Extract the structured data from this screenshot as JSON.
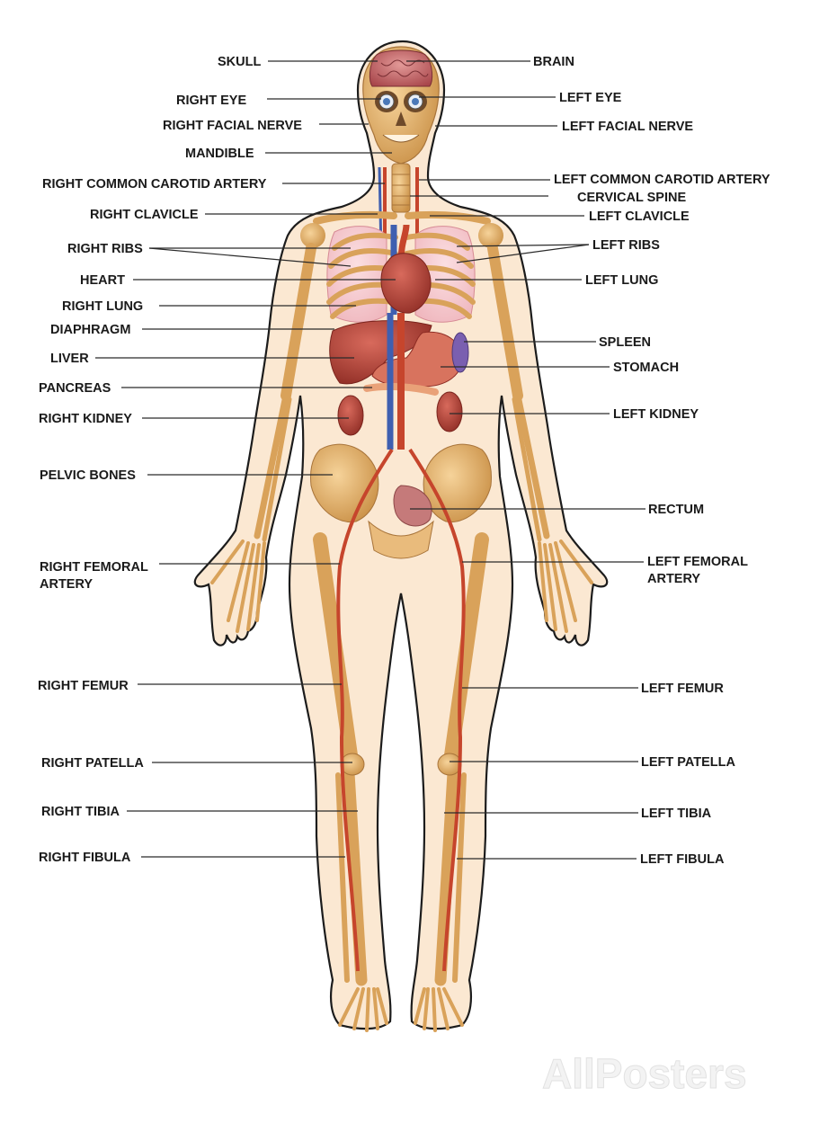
{
  "labels": {
    "skull": "SKULL",
    "brain": "BRAIN",
    "right_eye": "RIGHT EYE",
    "left_eye": "LEFT EYE",
    "right_facial_nerve": "RIGHT FACIAL NERVE",
    "left_facial_nerve": "LEFT FACIAL NERVE",
    "mandible": "MANDIBLE",
    "right_common_carotid_artery": "RIGHT COMMON CAROTID ARTERY",
    "left_common_carotid_artery": "LEFT COMMON CAROTID ARTERY",
    "cervical_spine": "CERVICAL SPINE",
    "right_clavicle": "RIGHT CLAVICLE",
    "left_clavicle": "LEFT CLAVICLE",
    "right_ribs": "RIGHT RIBS",
    "left_ribs": "LEFT RIBS",
    "heart": "HEART",
    "left_lung": "LEFT LUNG",
    "right_lung": "RIGHT LUNG",
    "diaphragm": "DIAPHRAGM",
    "spleen": "SPLEEN",
    "liver": "LIVER",
    "stomach": "STOMACH",
    "pancreas": "PANCREAS",
    "right_kidney": "RIGHT KIDNEY",
    "left_kidney": "LEFT KIDNEY",
    "pelvic_bones": "PELVIC BONES",
    "rectum": "RECTUM",
    "right_femoral_artery_1": "RIGHT FEMORAL",
    "right_femoral_artery_2": "ARTERY",
    "left_femoral_artery_1": "LEFT FEMORAL",
    "left_femoral_artery_2": "ARTERY",
    "right_femur": "RIGHT FEMUR",
    "left_femur": "LEFT FEMUR",
    "right_patella": "RIGHT PATELLA",
    "left_patella": "LEFT PATELLA",
    "right_tibia": "RIGHT TIBIA",
    "left_tibia": "LEFT TIBIA",
    "right_fibula": "RIGHT FIBULA",
    "left_fibula": "LEFT FIBULA"
  },
  "watermark": "AllPosters",
  "colors": {
    "skin": "#fbe8d2",
    "skin_outline": "#1c1c1c",
    "bone": "#e8b56e",
    "bone_dark": "#b9843f",
    "lung": "#f4c6cc",
    "organ": "#b8443a",
    "organ_dark": "#8a2a22",
    "artery": "#c6452c",
    "vein": "#3f5fb0",
    "brain": "#c8666a",
    "spleen": "#7a5fb0"
  }
}
